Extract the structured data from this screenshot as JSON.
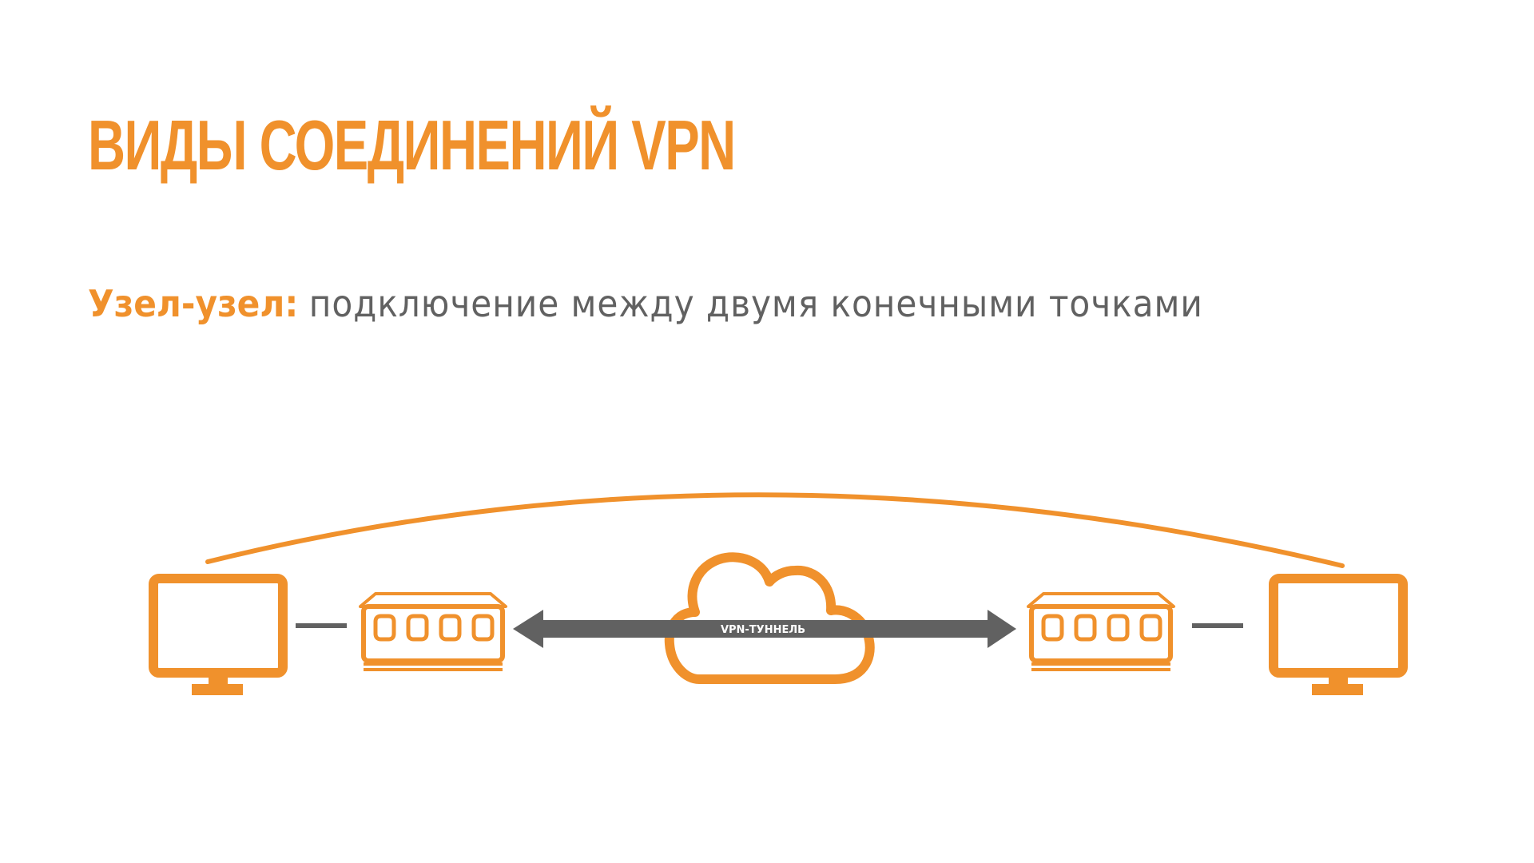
{
  "slide": {
    "title": "ВИДЫ СОЕДИНЕНИЙ VPN",
    "term": "Узел-узел:",
    "description": "подключение между двумя конечными точками"
  },
  "diagram": {
    "tunnel_label": "VPN-ТУННЕЛЬ",
    "nodes": [
      "left-computer",
      "left-switch",
      "internet-cloud",
      "right-switch",
      "right-computer"
    ],
    "colors": {
      "accent": "#F0912C",
      "arrow": "#616161",
      "text": "#616161",
      "background": "#ffffff"
    }
  }
}
